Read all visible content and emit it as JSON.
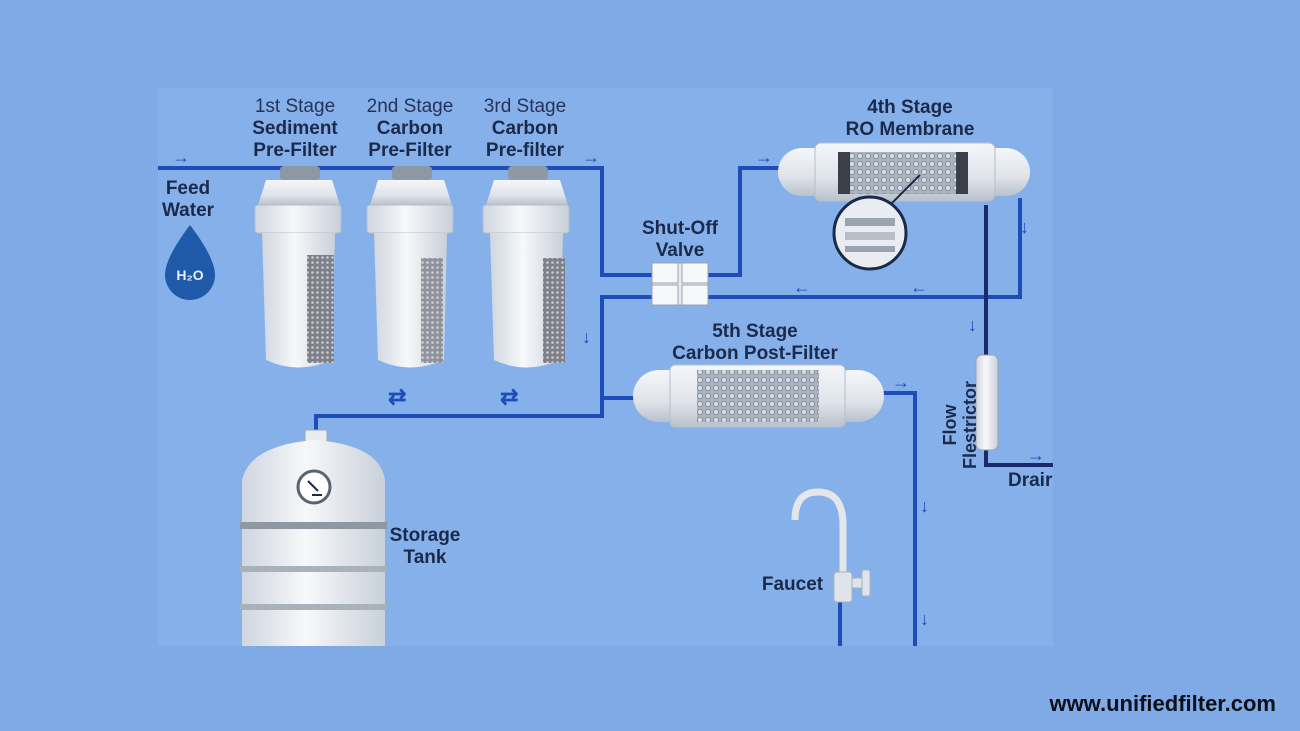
{
  "labels": {
    "feed": [
      "Feed",
      "Water"
    ],
    "h2o": "H₂O",
    "stage1": [
      "1st Stage",
      "Sediment",
      "Pre-Filter"
    ],
    "stage2": [
      "2nd Stage",
      "Carbon",
      "Pre-Filter"
    ],
    "stage3": [
      "3rd Stage",
      "Carbon",
      "Pre-filter"
    ],
    "stage4": [
      "4th Stage",
      "RO Membrane"
    ],
    "valve": [
      "Shut-Off",
      "Valve"
    ],
    "stage5": [
      "5th Stage",
      "Carbon Post-Filter"
    ],
    "tank": [
      "Storage",
      "Tank"
    ],
    "faucet": "Faucet",
    "restrictor": [
      "Flow",
      "Flestrictor"
    ],
    "drain": "Drair"
  },
  "arrows": {
    "right": "→",
    "left": "←",
    "down": "↓",
    "swap": "⇄"
  },
  "watermark": "www.unifiedfilter.com",
  "colors": {
    "background": "#7faae6",
    "pipe": "#1f4db8",
    "drain_pipe": "#1a2a6a",
    "text": "#1b2a4a"
  }
}
